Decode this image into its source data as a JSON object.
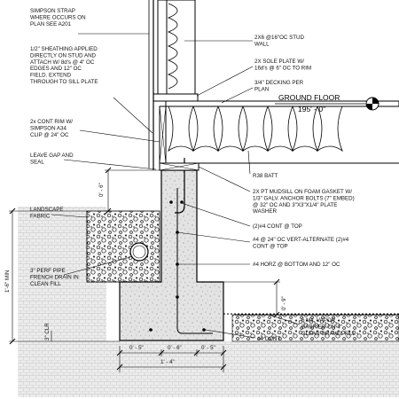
{
  "notes": {
    "strap": [
      "SIMPSON STRAP",
      "WHERE OCCURS ON",
      "PLAN SEE A201"
    ],
    "sheathing": [
      "1/2\" SHEATHING APPLIED",
      "DIRECTLY ON STUD AND",
      "ATTACH W/ 8d's @ 4\" OC",
      "EDGES AND 12\" OC",
      "FIELD. EXTEND",
      "THROUGH TO SILL PLATE"
    ],
    "rim": [
      "2x CONT RIM W/",
      "SIMPSON A34",
      "CLIP @ 24\" OC"
    ],
    "gap": [
      "LEAVE GAP AND",
      "SEAL"
    ],
    "landscape": [
      "LANDSCAPE",
      "FABRIC"
    ],
    "perf_pipe": [
      "3\" PERF PIPE",
      "FRENCH DRAIN IN",
      "CLEAN FILL"
    ],
    "stud_wall": [
      "2X6 @16\"OC STUD",
      "WALL"
    ],
    "sole_plate": [
      "2X SOLE PLATE W/",
      "16d's @ 6\" OC TO RIM"
    ],
    "decking": [
      "3/4\" DECKING PER",
      "PLAN"
    ],
    "batt": [
      "R38 BATT"
    ],
    "mudsill": [
      "2X PT MUDSILL ON FOAM GASKET W/",
      "1/3\" GALV. ANCHOR BOLTS (7\" EMBED)",
      "@ 32\" OC AND 3\"X3\"X1/4\" PLATE",
      "WASHER"
    ],
    "cont_top": [
      "(2)#4 CONT @ TOP"
    ],
    "vert": [
      "#4 @ 24\" OC VERT-ALTERNATE (2)#4",
      "CONT @ TOP"
    ],
    "horz": [
      "#4 HORZ @ BOTTOM AND 12\" OC"
    ],
    "vapor": [
      "6 MIL VAPOR",
      "BARRIER ON 4\"",
      "CLEAN GRAVEL FILL"
    ],
    "cont_bottom": [
      "#4 CONT"
    ]
  },
  "level": {
    "name": "GROUND FLOOR",
    "elevation": "195' - 0\""
  },
  "dimensions": {
    "stem_exposure": "0' - 6\"",
    "min_depth": "1'-6\" MIN",
    "footing_depth": "0' - 9\"",
    "clear": "3\" CLR",
    "toe_left": "0' - 5\"",
    "stem_width": "0' - 6\"",
    "toe_right": "0' - 5\"",
    "footing_width": "1' - 4\""
  }
}
